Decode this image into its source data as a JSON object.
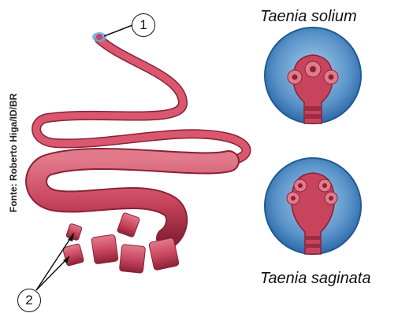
{
  "credit": "Fonte: Roberto Higa/ID/BR",
  "labels": {
    "top_title": "Taenia solium",
    "bottom_title": "Taenia saginata"
  },
  "markers": [
    {
      "number": "1",
      "target": "scolex"
    },
    {
      "number": "2",
      "target": "detached proglottids"
    }
  ],
  "colors": {
    "worm": "#c8445d",
    "worm_dark": "#8a2236",
    "circle_bg": "#5a93c9",
    "circle_rim": "#2d6aa7"
  }
}
